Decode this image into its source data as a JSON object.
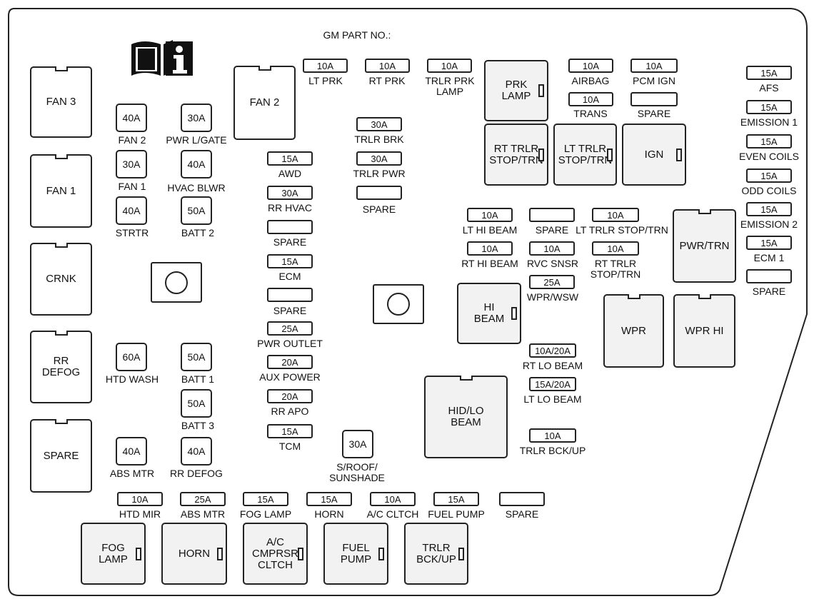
{
  "header": {
    "part_no_label": "GM PART NO.:",
    "manual_icon": "owner-manual-info-icon"
  },
  "relays": [
    {
      "id": "fan3",
      "label": "FAN 3"
    },
    {
      "id": "fan1",
      "label": "FAN 1"
    },
    {
      "id": "crnk",
      "label": "CRNK"
    },
    {
      "id": "rrdefog",
      "label": "RR\nDEFOG"
    },
    {
      "id": "spare_left",
      "label": "SPARE"
    },
    {
      "id": "fan2",
      "label": "FAN 2"
    },
    {
      "id": "prk_lamp",
      "label": "PRK\nLAMP"
    },
    {
      "id": "rt_trlr",
      "label": "RT TRLR\nSTOP/TRN"
    },
    {
      "id": "lt_trlr",
      "label": "LT TRLR\nSTOP/TRN"
    },
    {
      "id": "ign",
      "label": "IGN"
    },
    {
      "id": "pwr_trn",
      "label": "PWR/TRN"
    },
    {
      "id": "hi_beam",
      "label": "HI\nBEAM"
    },
    {
      "id": "wpr",
      "label": "WPR"
    },
    {
      "id": "wpr_hi",
      "label": "WPR HI"
    },
    {
      "id": "hid_lo",
      "label": "HID/LO\nBEAM"
    },
    {
      "id": "fog_lamp",
      "label": "FOG\nLAMP"
    },
    {
      "id": "horn",
      "label": "HORN"
    },
    {
      "id": "ac",
      "label": "A/C\nCMPRSR\nCLTCH"
    },
    {
      "id": "fuel_pump",
      "label": "FUEL\nPUMP"
    },
    {
      "id": "trlr_bckup",
      "label": "TRLR\nBCK/UP"
    }
  ],
  "cartridge_fuses": [
    {
      "id": "fan2_f",
      "rating": "40A",
      "label": "FAN 2"
    },
    {
      "id": "pwr_lgate",
      "rating": "30A",
      "label": "PWR L/GATE"
    },
    {
      "id": "fan1_f",
      "rating": "30A",
      "label": "FAN 1"
    },
    {
      "id": "hvac_blwr",
      "rating": "40A",
      "label": "HVAC BLWR"
    },
    {
      "id": "strtr",
      "rating": "40A",
      "label": "STRTR"
    },
    {
      "id": "batt2",
      "rating": "50A",
      "label": "BATT 2"
    },
    {
      "id": "htd_wash",
      "rating": "60A",
      "label": "HTD WASH"
    },
    {
      "id": "batt1",
      "rating": "50A",
      "label": "BATT 1"
    },
    {
      "id": "batt3",
      "rating": "50A",
      "label": "BATT 3"
    },
    {
      "id": "abs_mtr_c",
      "rating": "40A",
      "label": "ABS MTR"
    },
    {
      "id": "rr_defog_c",
      "rating": "40A",
      "label": "RR DEFOG"
    },
    {
      "id": "sroof",
      "rating": "30A",
      "label": "S/ROOF/\nSUNSHADE"
    }
  ],
  "mini_fuses": [
    {
      "id": "lt_prk",
      "rating": "10A",
      "label": "LT PRK"
    },
    {
      "id": "rt_prk",
      "rating": "10A",
      "label": "RT PRK"
    },
    {
      "id": "trlr_prk",
      "rating": "10A",
      "label": "TRLR PRK\nLAMP"
    },
    {
      "id": "airbag",
      "rating": "10A",
      "label": "AIRBAG"
    },
    {
      "id": "pcm_ign",
      "rating": "10A",
      "label": "PCM IGN"
    },
    {
      "id": "trans",
      "rating": "10A",
      "label": "TRANS"
    },
    {
      "id": "spare_pcm",
      "rating": "",
      "label": "SPARE"
    },
    {
      "id": "afs",
      "rating": "15A",
      "label": "AFS"
    },
    {
      "id": "emission1",
      "rating": "15A",
      "label": "EMISSION 1"
    },
    {
      "id": "even_coils",
      "rating": "15A",
      "label": "EVEN COILS"
    },
    {
      "id": "odd_coils",
      "rating": "15A",
      "label": "ODD COILS"
    },
    {
      "id": "emission2",
      "rating": "15A",
      "label": "EMISSION 2"
    },
    {
      "id": "ecm1",
      "rating": "15A",
      "label": "ECM 1"
    },
    {
      "id": "spare_r",
      "rating": "",
      "label": "SPARE"
    },
    {
      "id": "trlr_brk",
      "rating": "30A",
      "label": "TRLR BRK"
    },
    {
      "id": "trlr_pwr",
      "rating": "30A",
      "label": "TRLR PWR"
    },
    {
      "id": "spare_trlr",
      "rating": "",
      "label": "SPARE"
    },
    {
      "id": "awd",
      "rating": "15A",
      "label": "AWD"
    },
    {
      "id": "rr_hvac",
      "rating": "30A",
      "label": "RR HVAC"
    },
    {
      "id": "spare_c1",
      "rating": "",
      "label": "SPARE"
    },
    {
      "id": "ecm",
      "rating": "15A",
      "label": "ECM"
    },
    {
      "id": "spare_c2",
      "rating": "",
      "label": "SPARE"
    },
    {
      "id": "pwr_outlet",
      "rating": "25A",
      "label": "PWR OUTLET"
    },
    {
      "id": "aux_power",
      "rating": "20A",
      "label": "AUX POWER"
    },
    {
      "id": "rr_apo",
      "rating": "20A",
      "label": "RR APO"
    },
    {
      "id": "tcm",
      "rating": "15A",
      "label": "TCM"
    },
    {
      "id": "lt_hi_beam",
      "rating": "10A",
      "label": "LT HI BEAM"
    },
    {
      "id": "spare_hb",
      "rating": "",
      "label": "SPARE"
    },
    {
      "id": "lt_trlr_stop",
      "rating": "10A",
      "label": "LT TRLR STOP/TRN"
    },
    {
      "id": "rt_hi_beam",
      "rating": "10A",
      "label": "RT HI BEAM"
    },
    {
      "id": "rvc_snsr",
      "rating": "10A",
      "label": "RVC SNSR"
    },
    {
      "id": "rt_trlr_stop",
      "rating": "10A",
      "label": "RT TRLR\nSTOP/TRN"
    },
    {
      "id": "wpr_wsw",
      "rating": "25A",
      "label": "WPR/WSW"
    },
    {
      "id": "rt_lo_beam",
      "rating": "10A/20A",
      "label": "RT LO BEAM"
    },
    {
      "id": "lt_lo_beam",
      "rating": "15A/20A",
      "label": "LT LO BEAM"
    },
    {
      "id": "trlr_bck_up_f",
      "rating": "10A",
      "label": "TRLR BCK/UP"
    },
    {
      "id": "htd_mir",
      "rating": "10A",
      "label": "HTD MIR"
    },
    {
      "id": "abs_mtr_m",
      "rating": "25A",
      "label": "ABS MTR"
    },
    {
      "id": "fog_lamp_f",
      "rating": "15A",
      "label": "FOG LAMP"
    },
    {
      "id": "horn_f",
      "rating": "15A",
      "label": "HORN"
    },
    {
      "id": "ac_cltch",
      "rating": "10A",
      "label": "A/C CLTCH"
    },
    {
      "id": "fuel_pump_f",
      "rating": "15A",
      "label": "FUEL PUMP"
    },
    {
      "id": "spare_bottom",
      "rating": "",
      "label": "SPARE"
    }
  ]
}
